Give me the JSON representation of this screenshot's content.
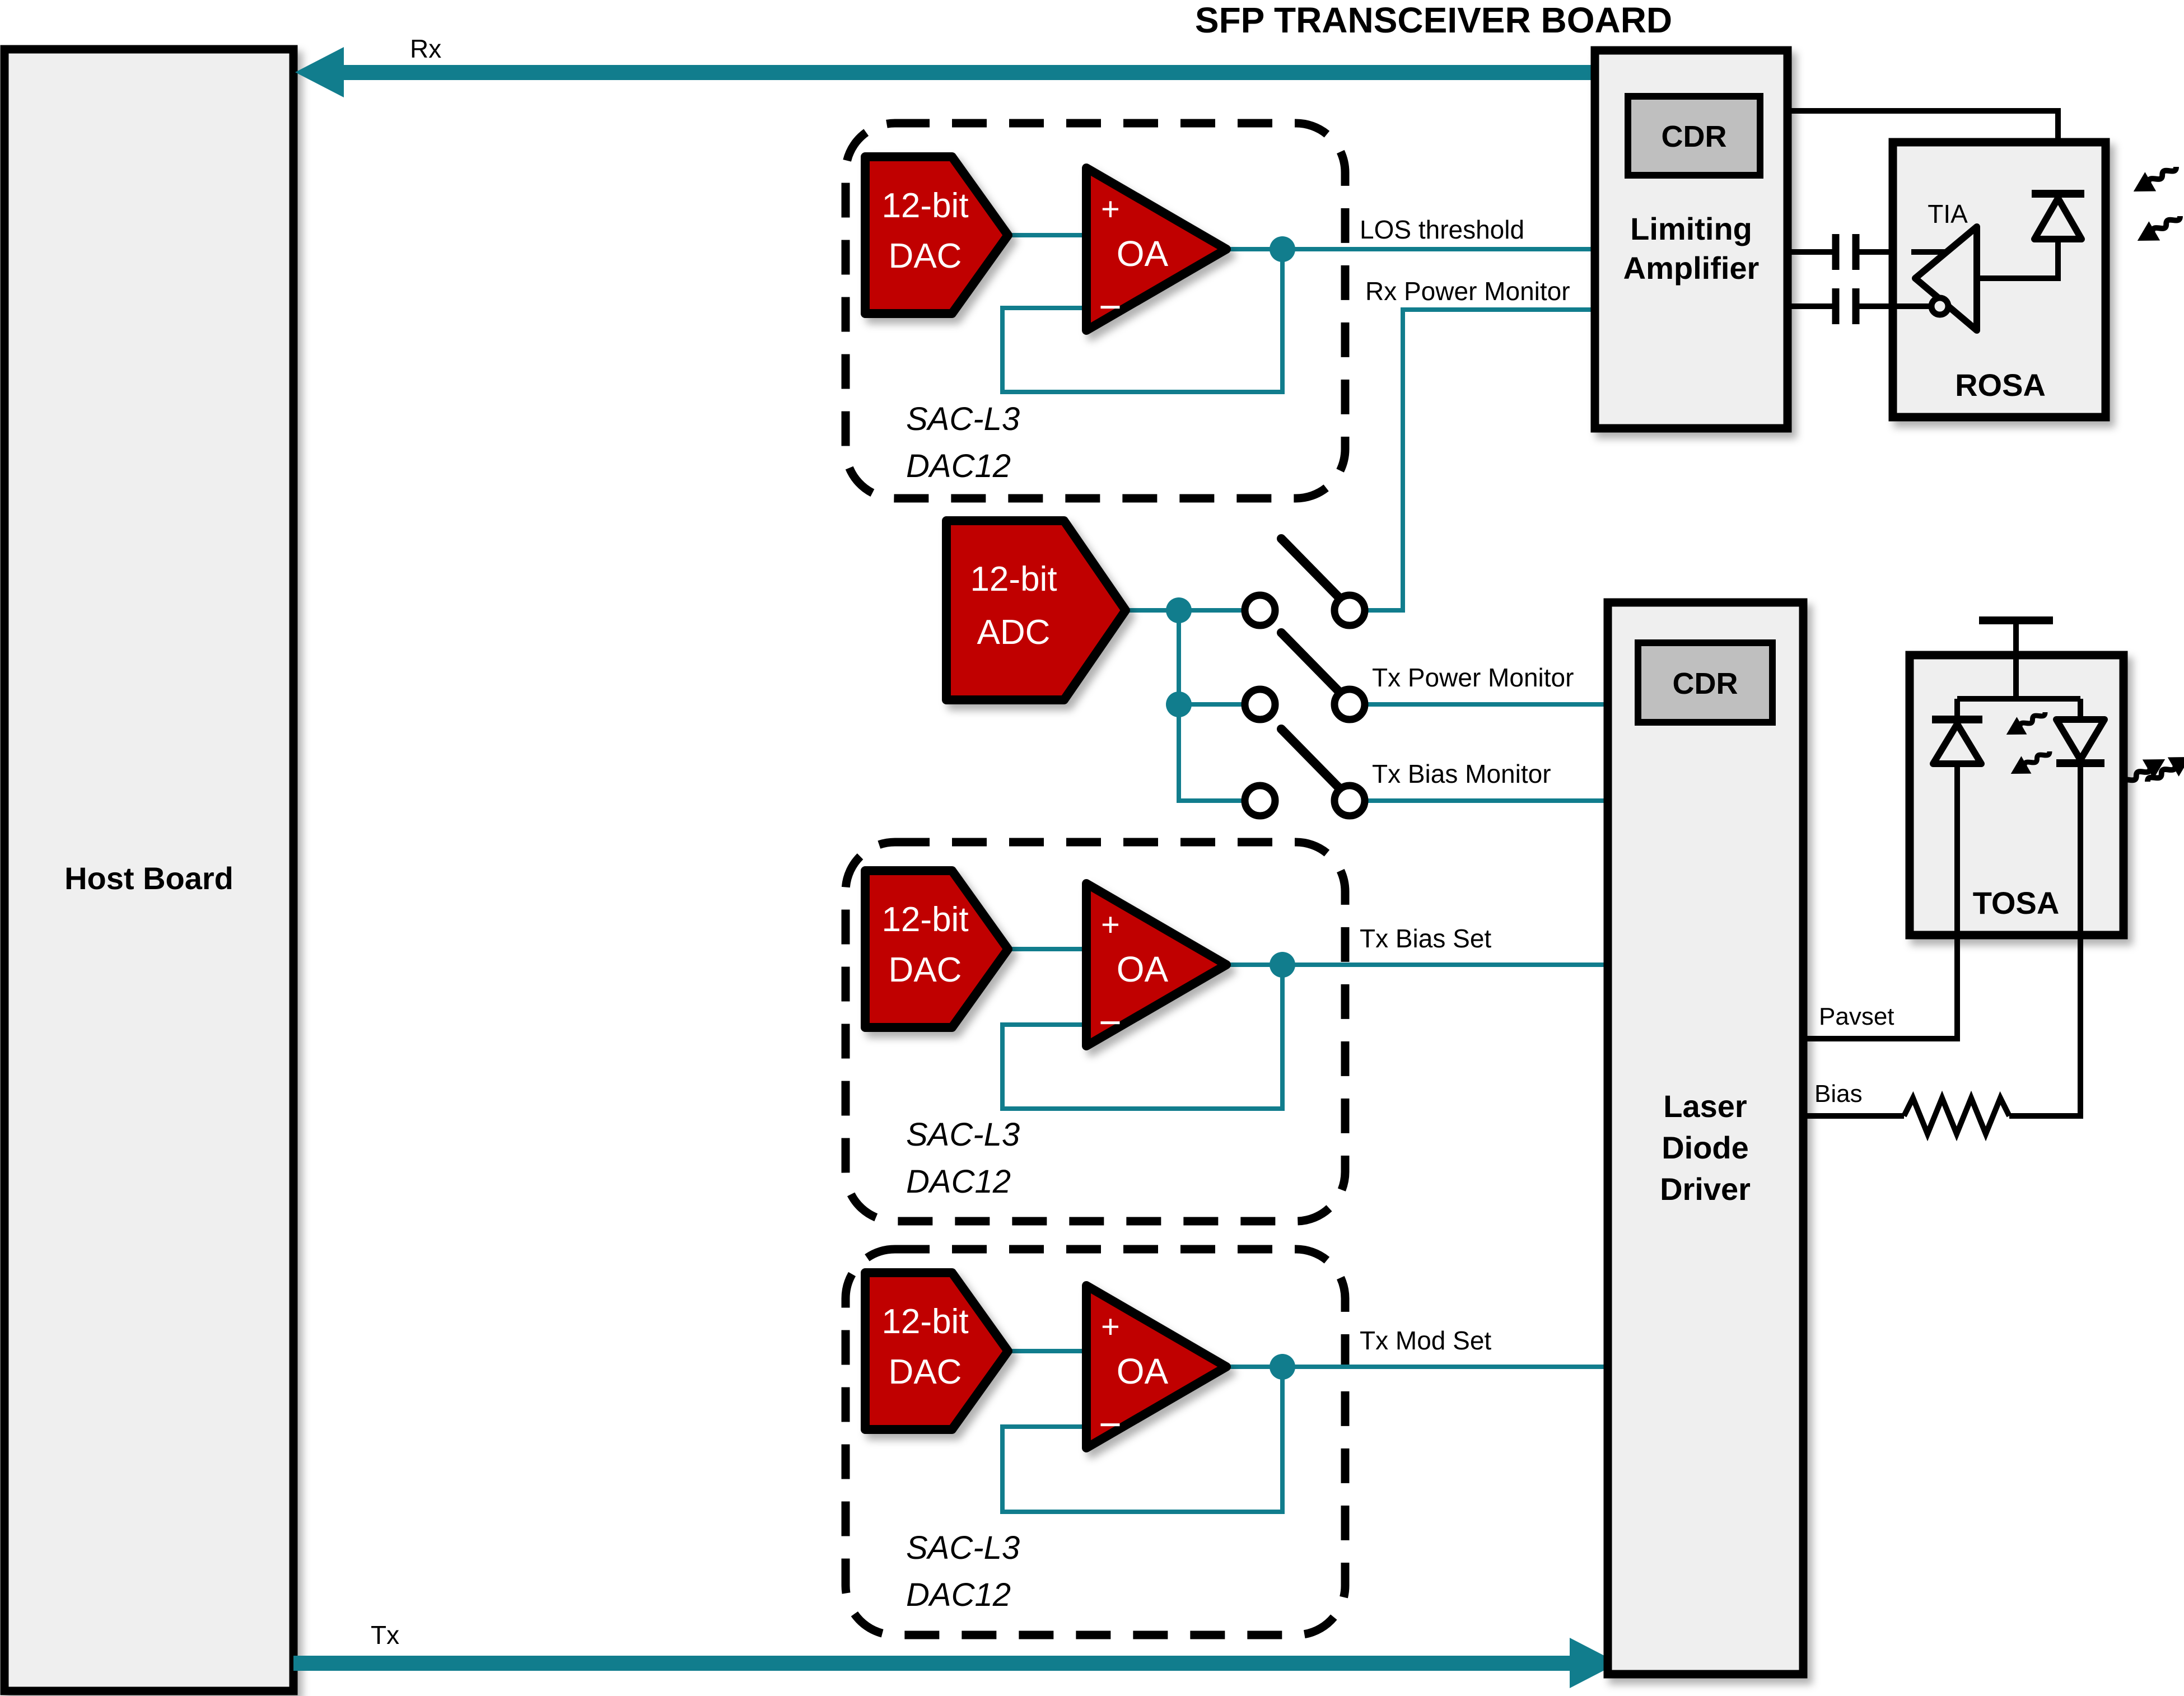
{
  "colors": {
    "teal": "#117D8D",
    "red": "#C00000",
    "box_fill": "#EFEFEF",
    "cdr_fill": "#BFBFBF"
  },
  "title": "SFP TRANSCEIVER BOARD",
  "host_board": {
    "label": "Host Board"
  },
  "buses": {
    "rx_label": "Rx",
    "tx_label": "Tx"
  },
  "adc": {
    "line1": "12-bit",
    "line2": "ADC"
  },
  "dac_blocks": [
    {
      "dac_line1": "12-bit",
      "dac_line2": "DAC",
      "opamp_label": "OA",
      "plus": "+",
      "minus": "−",
      "chip_line1": "SAC-L3",
      "chip_line2": "DAC12"
    },
    {
      "dac_line1": "12-bit",
      "dac_line2": "DAC",
      "opamp_label": "OA",
      "plus": "+",
      "minus": "−",
      "chip_line1": "SAC-L3",
      "chip_line2": "DAC12"
    },
    {
      "dac_line1": "12-bit",
      "dac_line2": "DAC",
      "opamp_label": "OA",
      "plus": "+",
      "minus": "−",
      "chip_line1": "SAC-L3",
      "chip_line2": "DAC12"
    }
  ],
  "signals": {
    "los_threshold": "LOS threshold",
    "rx_power_monitor": "Rx Power Monitor",
    "tx_power_monitor": "Tx Power Monitor",
    "tx_bias_monitor": "Tx Bias Monitor",
    "tx_bias_set": "Tx Bias Set",
    "tx_mod_set": "Tx Mod Set",
    "pavset": "Pavset",
    "bias": "Bias"
  },
  "limiting_amplifier": {
    "line1": "Limiting",
    "line2": "Amplifier",
    "cdr_label": "CDR"
  },
  "laser_diode_driver": {
    "line1": "Laser",
    "line2": "Diode",
    "line3": "Driver",
    "cdr_label": "CDR"
  },
  "rosa": {
    "label": "ROSA",
    "tia_label": "TIA"
  },
  "tosa": {
    "label": "TOSA"
  }
}
